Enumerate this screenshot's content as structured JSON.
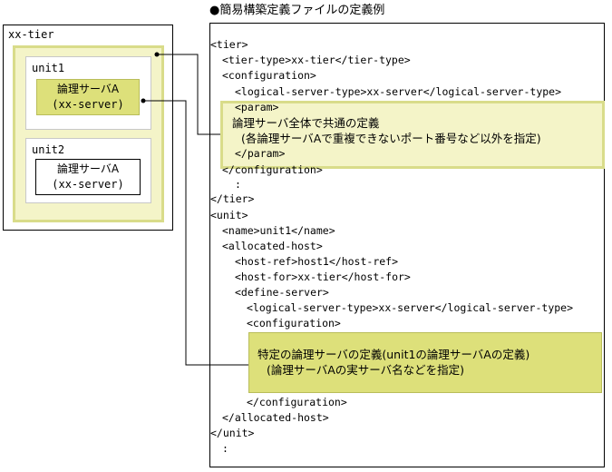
{
  "title": "●簡易構築定義ファイルの定義例",
  "diagram": {
    "tier_label": "xx-tier",
    "units": [
      {
        "label": "unit1",
        "server_name": "論理サーバA",
        "server_type": "(xx-server)"
      },
      {
        "label": "unit2",
        "server_name": "論理サーバA",
        "server_type": "(xx-server)"
      }
    ]
  },
  "code": {
    "lines": [
      "<tier>",
      "<tier-type>xx-tier</tier-type>",
      "<configuration>",
      "<logical-server-type>xx-server</logical-server-type>",
      "<param>",
      "</param>",
      "</configuration>",
      ":",
      "</tier>",
      "<unit>",
      "<name>unit1</name>",
      "<allocated-host>",
      "<host-ref>host1</host-ref>",
      "<host-for>xx-tier</host-for>",
      "<define-server>",
      "<logical-server-type>xx-server</logical-server-type>",
      "<configuration>",
      "</configuration>",
      "</allocated-host>",
      "</unit>",
      ":"
    ],
    "note1": {
      "line1": "論理サーバ全体で共通の定義",
      "line2": "(各論理サーバAで重複できないポート番号など以外を指定)"
    },
    "note2": {
      "line1": "特定の論理サーバの定義(unit1の論理サーバAの定義)",
      "line2": "(論理サーバAの実サーバ名などを指定)"
    }
  }
}
